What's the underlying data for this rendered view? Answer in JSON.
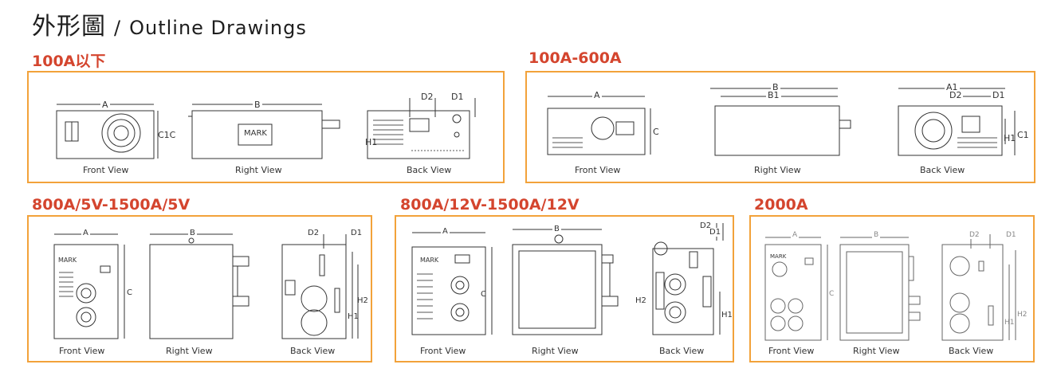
{
  "header": {
    "title_zh": "外形圖",
    "separator": "/",
    "title_en": "Outline Drawings"
  },
  "accent_color": "#d4452e",
  "border_color": "#f2a23a",
  "sections": [
    {
      "label": "100A以下",
      "views": [
        "Front View",
        "Right View",
        "Back View"
      ],
      "dims": {
        "a": "A",
        "b": "B",
        "c": "C1C",
        "h1": "H1",
        "d1": "D1",
        "d2": "D2"
      },
      "mark": "MARK"
    },
    {
      "label": "100A-600A",
      "views": [
        "Front View",
        "Right View",
        "Back View"
      ],
      "dims": {
        "a": "A",
        "b": "B",
        "b1": "B1",
        "c": "C",
        "a1": "A1",
        "d1": "D1",
        "d2": "D2",
        "h1": "H1",
        "c1": "C1"
      }
    },
    {
      "label": "800A/5V-1500A/5V",
      "views": [
        "Front View",
        "Right View",
        "Back View"
      ],
      "dims": {
        "a": "A",
        "b": "B",
        "c": "C",
        "d1": "D1",
        "d2": "D2",
        "h1": "H1",
        "h2": "H2"
      },
      "mark": "MARK"
    },
    {
      "label": "800A/12V-1500A/12V",
      "views": [
        "Front View",
        "Right View",
        "Back View"
      ],
      "dims": {
        "a": "A",
        "b": "B",
        "c": "C",
        "d1": "D1",
        "d2": "D2",
        "h1": "H1",
        "h2": "H2"
      },
      "mark": "MARK"
    },
    {
      "label": "2000A",
      "views": [
        "Front View",
        "Right View",
        "Back View"
      ],
      "dims": {
        "a": "A",
        "b": "B",
        "c": "C",
        "d1": "D1",
        "d2": "D2",
        "h1": "H1",
        "h2": "H2"
      },
      "mark": "MARK"
    }
  ]
}
